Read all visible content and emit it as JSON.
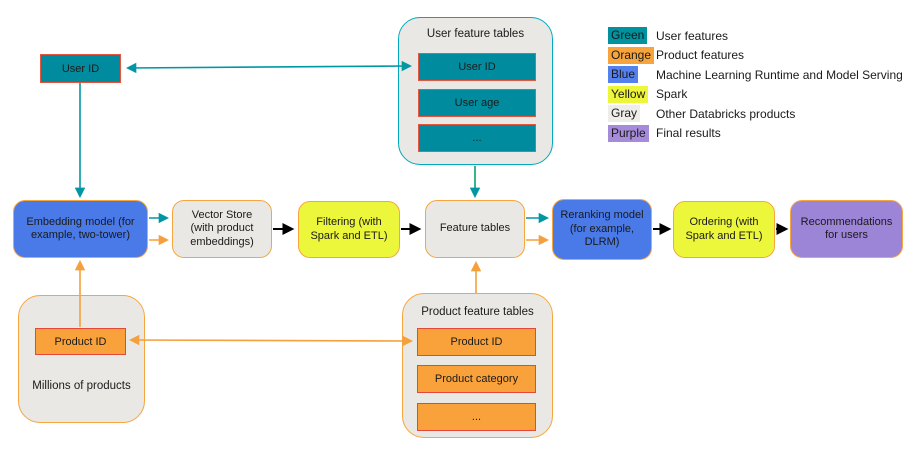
{
  "colors": {
    "teal_fill": "#008C9E",
    "teal_border": "#00A9BE",
    "orange_fill": "#F9A23C",
    "orange_border": "#F6A53F",
    "red_border": "#E8543C",
    "blue_fill": "#4A7AE8",
    "yellow_fill": "#ECF73C",
    "purple_fill": "#9C84D6",
    "gray_fill": "#EAE8E4",
    "arrow_teal": "#0097A3",
    "arrow_orange": "#F5A03C",
    "arrow_black": "#000000"
  },
  "user_id_box": {
    "label": "User ID"
  },
  "user_feature_tables": {
    "title": "User feature tables",
    "rows": [
      "User ID",
      "User age",
      "..."
    ]
  },
  "legend": {
    "items": [
      {
        "name": "Green",
        "color": "#00929E",
        "label": "User features"
      },
      {
        "name": "Orange",
        "color": "#F8A43C",
        "label": "Product features"
      },
      {
        "name": "Blue",
        "color": "#5581EE",
        "label": "Machine Learning Runtime and Model Serving"
      },
      {
        "name": "Yellow",
        "color": "#EDF63A",
        "label": "Spark"
      },
      {
        "name": "Gray",
        "color": "#EFEDEA",
        "label": "Other Databricks products"
      },
      {
        "name": "Purple",
        "color": "#A78BDB",
        "label": "Final results"
      }
    ]
  },
  "pipeline": [
    {
      "label": "Embedding model (for example, two-tower)",
      "type": "blue"
    },
    {
      "label": "Vector Store (with product embeddings)",
      "type": "gray"
    },
    {
      "label": "Filtering (with Spark and ETL)",
      "type": "yellow"
    },
    {
      "label": "Feature tables",
      "type": "gray"
    },
    {
      "label": "Reranking model (for example, DLRM)",
      "type": "blue"
    },
    {
      "label": "Ordering (with Spark and ETL)",
      "type": "yellow"
    },
    {
      "label": "Recommendations for users",
      "type": "purple"
    }
  ],
  "millions_container": {
    "title": "Millions of products",
    "row": "Product ID"
  },
  "product_feature_tables": {
    "title": "Product feature tables",
    "rows": [
      "Product ID",
      "Product category",
      "..."
    ]
  }
}
